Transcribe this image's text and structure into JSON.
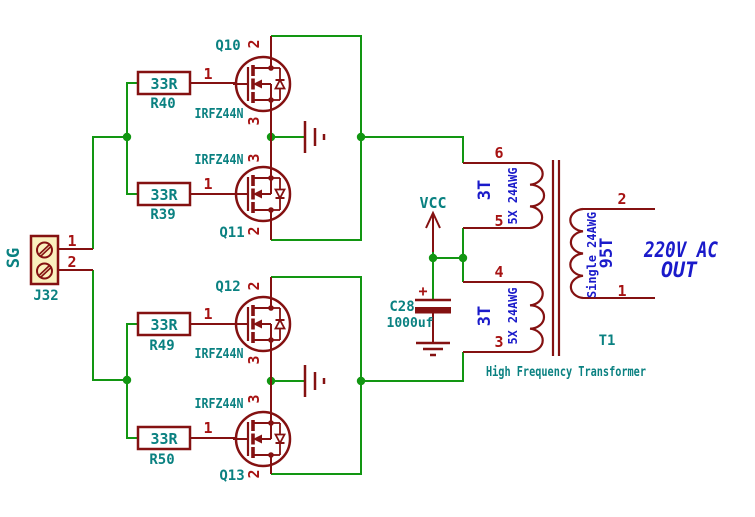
{
  "schematic": {
    "connector": {
      "ref": "J32",
      "net_label": "SG",
      "pin1": "1",
      "pin2": "2"
    },
    "resistors": [
      {
        "ref": "R40",
        "value": "33R"
      },
      {
        "ref": "R39",
        "value": "33R"
      },
      {
        "ref": "R49",
        "value": "33R"
      },
      {
        "ref": "R50",
        "value": "33R"
      }
    ],
    "mosfets": [
      {
        "ref": "Q10",
        "value": "IRFZ44N",
        "gate_pin": "1",
        "top_pin": "2",
        "bottom_pin": "3"
      },
      {
        "ref": "Q11",
        "value": "IRFZ44N",
        "gate_pin": "1",
        "top_pin": "3",
        "bottom_pin": "2"
      },
      {
        "ref": "Q12",
        "value": "IRFZ44N",
        "gate_pin": "1",
        "top_pin": "2",
        "bottom_pin": "3"
      },
      {
        "ref": "Q13",
        "value": "IRFZ44N",
        "gate_pin": "1",
        "top_pin": "3",
        "bottom_pin": "2"
      }
    ],
    "capacitor": {
      "ref": "C28",
      "value": "1000uf",
      "polarity": "+"
    },
    "power": {
      "vcc_label": "VCC"
    },
    "transformer": {
      "ref": "T1",
      "caption": "High Frequency Transformer",
      "primary_top": {
        "pin_top": "6",
        "pin_bottom": "5",
        "turns": "3T",
        "wire_gauge": "5X 24AWG"
      },
      "primary_bottom": {
        "pin_top": "4",
        "pin_bottom": "3",
        "turns": "3T",
        "wire_gauge": "5X 24AWG"
      },
      "secondary": {
        "pin_top": "2",
        "pin_bottom": "1",
        "turns": "95T",
        "wire_gauge": "Single 24AWG"
      }
    },
    "output_label": {
      "line1": "220V AC",
      "line2": "OUT"
    },
    "colors": {
      "wire": "#129612",
      "symbol": "#841111",
      "pin_number": "#a61212",
      "field_text": "#0a8181",
      "winding_text": "#1a1aca",
      "connector_fill": "#faf0be"
    }
  }
}
